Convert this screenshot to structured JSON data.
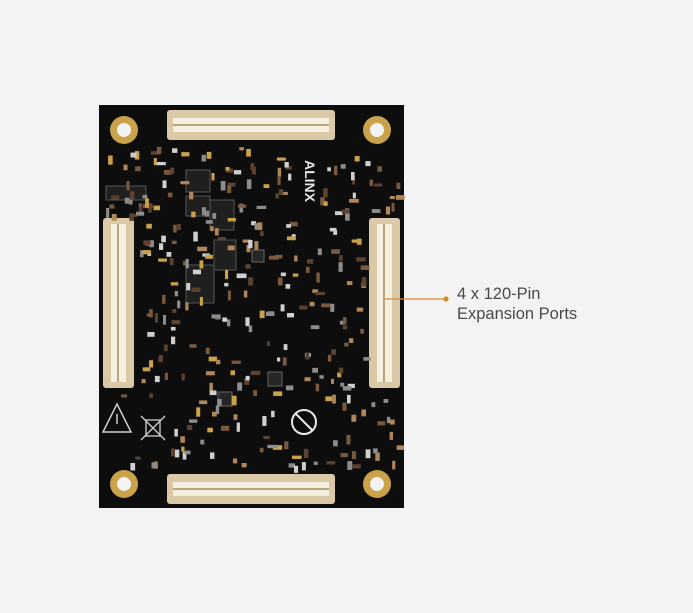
{
  "product": {
    "brand_marking": "ALINX",
    "board_color": "#0d0d0d",
    "connector_color": "#d9c9a6",
    "pad_color": "#c9a24a"
  },
  "callout": {
    "line1": "4 x 120-Pin",
    "line2": "Expansion Ports",
    "accent_color": "#d8892e"
  },
  "icons": {
    "weee": "crossed-bin-icon",
    "pb_free": "pb-free-icon",
    "warning": "warning-triangle-icon"
  }
}
